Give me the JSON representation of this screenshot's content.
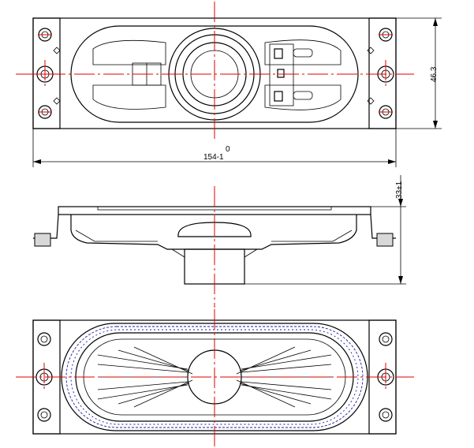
{
  "title": "",
  "dimensions": {
    "height_label": "46.3",
    "length_zero": "0",
    "length_label": "154-1",
    "depth_label": "33±1"
  },
  "colors": {
    "outline": "#000000",
    "centerline": "#e00000",
    "surround_hatch": "#1a1aa6"
  }
}
